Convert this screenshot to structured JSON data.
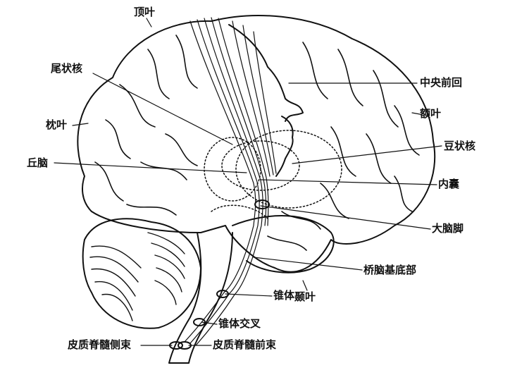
{
  "labels": {
    "parietal_lobe": "顶叶",
    "caudate_nucleus": "尾状核",
    "occipital_lobe": "枕叶",
    "thalamus": "丘脑",
    "precentral_gyrus": "中央前回",
    "frontal_lobe": "额叶",
    "lentiform_nucleus": "豆状核",
    "internal_capsule": "内囊",
    "cerebral_peduncle": "大脑脚",
    "basilar_pons": "桥脑基底部",
    "pyramid": "锥体",
    "temporal_lobe": "颞叶",
    "pyramidal_decussation": "锥体交叉",
    "lateral_corticospinal_tract": "皮质脊髓侧束",
    "anterior_corticospinal_tract": "皮质脊髓前束"
  },
  "colors": {
    "line": "#111111",
    "background": "#ffffff"
  }
}
